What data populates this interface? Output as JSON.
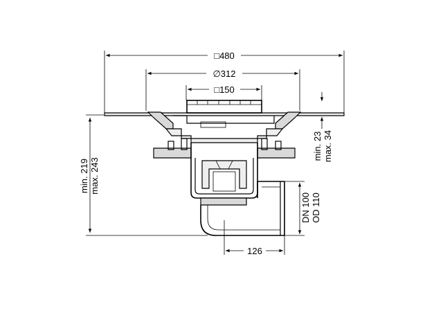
{
  "dimensions": {
    "width_top": "□480",
    "diameter": "∅312",
    "width_grate": "□150",
    "height_min": "min. 219",
    "height_max": "max. 243",
    "adjust_min": "min. 23",
    "adjust_max": "max. 34",
    "outlet_dn": "DN 100",
    "outlet_od": "OD 110",
    "outlet_offset": "126"
  }
}
